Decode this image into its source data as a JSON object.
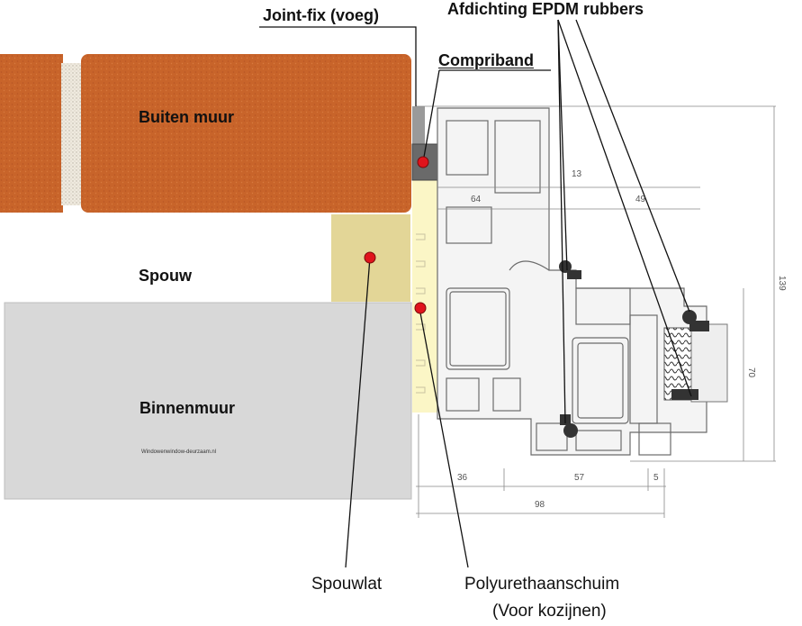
{
  "labels": {
    "joint_fix": "Joint-fix (voeg)",
    "afdichting": "Afdichting EPDM rubbers",
    "compriband": "Compriband",
    "buiten_muur": "Buiten muur",
    "spouw": "Spouw",
    "binnenmuur": "Binnenmuur",
    "spouwlat": "Spouwlat",
    "polyurethaan_line1": "Polyurethaanschuim",
    "polyurethaan_line2": "(Voor kozijnen)",
    "watermark": "Windowenwindow-deurzaam.nl"
  },
  "dimensions": {
    "d13": "13",
    "d64": "64",
    "d49": "49",
    "d139": "139",
    "d70": "70",
    "d36": "36",
    "d57": "57",
    "d5": "5",
    "d98": "98"
  },
  "colors": {
    "brick": "#c8642a",
    "binnenmuur": "#d7d7d7",
    "spouwlat": "#e6d99a",
    "foam": "#fbf6c8",
    "compriband": "#666666",
    "marker_red": "#e0141c",
    "rubber": "#333333"
  }
}
